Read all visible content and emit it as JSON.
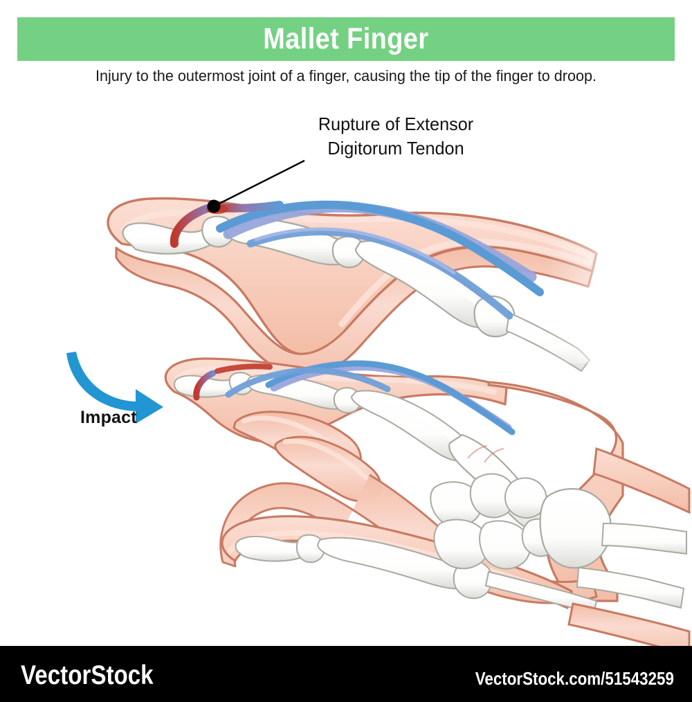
{
  "header": {
    "title": "Mallet Finger",
    "banner_color": "#74d183",
    "title_color": "#ffffff"
  },
  "subtitle": {
    "text": "Injury to the outermost joint of a finger, causing the tip of the finger to droop."
  },
  "callout": {
    "line1": "Rupture of Extensor",
    "line2": "Digitorum Tendon"
  },
  "impact": {
    "label": "Impact",
    "arrow_color": "#2196d3"
  },
  "footer": {
    "brand": "VectorStock",
    "url": "VectorStock.com/51543259",
    "background": "#000000",
    "text_color": "#ffffff"
  },
  "illustration": {
    "top_figure": {
      "name": "extended-finger-cutaway",
      "description": "Side cutaway of an index finger showing drooping distal phalanx with ruptured extensor tendon"
    },
    "bottom_figure": {
      "name": "hand-cutaway",
      "description": "Side cutaway of a whole hand with index finger extended and tip drooping"
    },
    "palette": {
      "skin_fill": "#f6c6b2",
      "skin_light": "#fbdcd1",
      "skin_outline": "#c87a62",
      "bone_fill": "#ffffff",
      "bone_shade": "#dbdbd7",
      "bone_outline": "#a9a9a1",
      "tendon_blue": "#5b9bd5",
      "tendon_violet": "#97a5db",
      "rupture_red": "#c0392b",
      "marker_dot": "#000000"
    }
  }
}
